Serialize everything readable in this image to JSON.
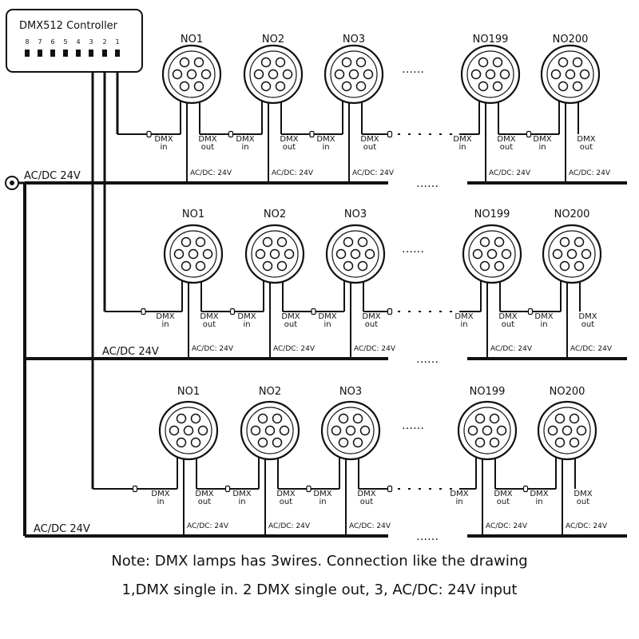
{
  "controller": {
    "title": "DMX512 Controller",
    "pins": [
      "8",
      "7",
      "6",
      "5",
      "4",
      "3",
      "2",
      "1"
    ]
  },
  "lamp_names": [
    "NO1",
    "NO2",
    "NO3",
    "NO199",
    "NO200"
  ],
  "ellipsis": "……",
  "wire_labels": {
    "dmx_in": [
      "DMX",
      "in"
    ],
    "dmx_out": [
      "DMX",
      "out"
    ],
    "power_short": "AC/DC: 24V",
    "power_main": "AC/DC 24V"
  },
  "colors": {
    "line": "#111111",
    "lamp_fill": "#ffffff"
  },
  "notes": {
    "line1": "Note: DMX lamps has 3wires. Connection like the drawing",
    "line2": "1,DMX single in.    2 DMX single out,    3, AC/DC: 24V input"
  }
}
